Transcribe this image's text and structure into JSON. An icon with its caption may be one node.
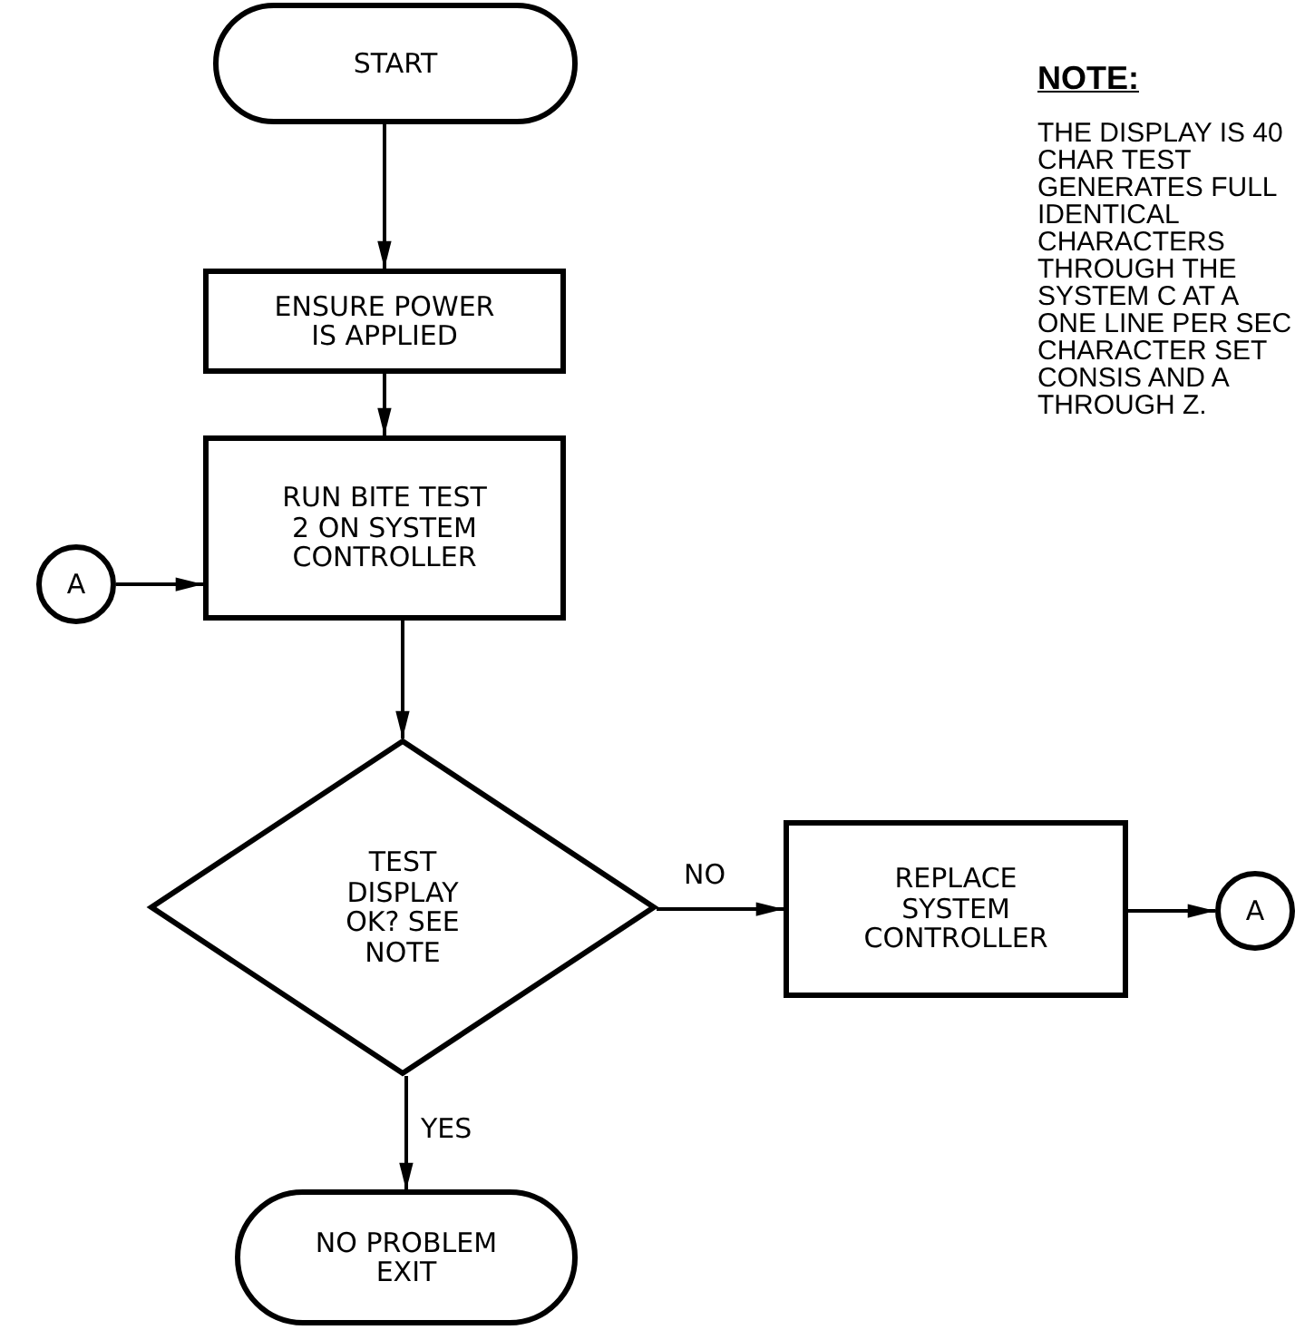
{
  "diagram": {
    "nodes": [
      {
        "text": [
          "START"
        ]
      },
      {
        "text": [
          "ENSURE POWER IS APPLIED"
        ]
      },
      {
        "text": [
          "RUN BITE TEST 2 ON SYSTEM CONTROLLER"
        ]
      },
      {
        "text": [
          "A"
        ]
      },
      {
        "text": [
          "TEST DISPLAY OK? SEE NOTE"
        ]
      },
      {
        "text": [
          "REPLACE SYSTEM CONTROLLER"
        ]
      },
      {
        "text": [
          "A"
        ]
      },
      {
        "text": [
          "NO PROBLEM EXIT"
        ]
      }
    ],
    "edges": [
      {
        "from": 0,
        "to": 1,
        "arrow": "to"
      },
      {
        "from": 1,
        "to": 2,
        "arrow": "to"
      },
      {
        "from": 3,
        "to": 2,
        "arrow": "to"
      },
      {
        "from": 2,
        "to": 4,
        "arrow": "to"
      },
      {
        "from": 4,
        "to": 5,
        "arrow": "to",
        "label": "NO"
      },
      {
        "from": 5,
        "to": 6,
        "arrow": "to"
      },
      {
        "from": 4,
        "to": 7,
        "arrow": "to",
        "label": "YES"
      }
    ],
    "labels": [
      "NOTE:",
      "THE DISPLAY IS 40 CHAR TEST GENERATES FULL IDENTICAL CHARACTERS THROUGH THE SYSTEM C AT A ONE LINE PER SEC CHARACTER SET CONSIS AND A THROUGH Z."
    ]
  }
}
